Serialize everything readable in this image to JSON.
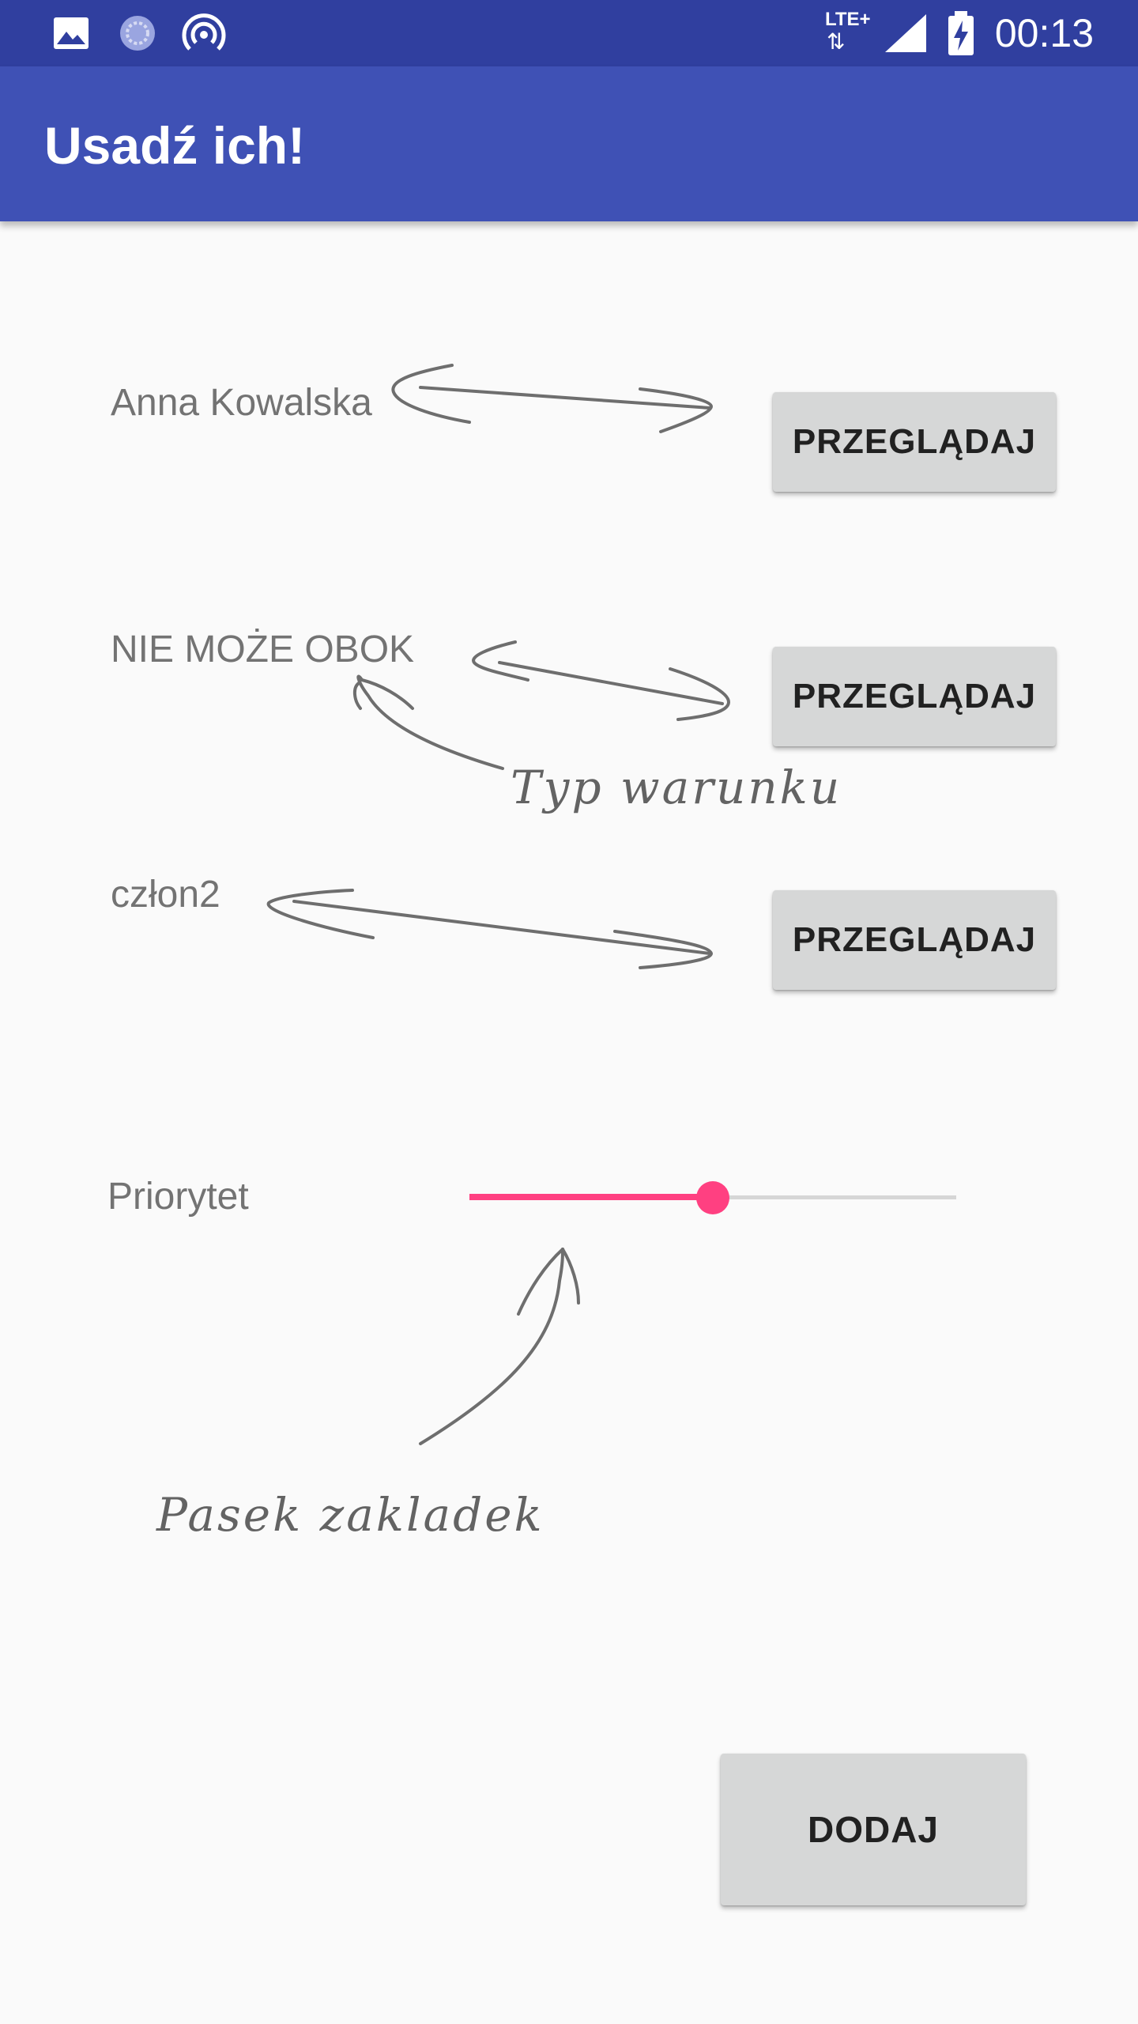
{
  "status_bar": {
    "time": "00:13",
    "network_label": "LTE+",
    "left_icons": [
      "image-icon",
      "sync-icon",
      "hotspot-icon"
    ],
    "right_icons": [
      "lte-icon",
      "signal-icon",
      "battery-charging-icon"
    ]
  },
  "app_bar": {
    "title": "Usadź ich!",
    "color": "#3f51b5",
    "status_color": "#303f9f"
  },
  "form": {
    "rows": [
      {
        "label": "Anna Kowalska",
        "button": "PRZEGLĄDAJ"
      },
      {
        "label": "NIE MOŻE OBOK",
        "button": "PRZEGLĄDAJ"
      },
      {
        "label": "człon2",
        "button": "PRZEGLĄDAJ"
      }
    ],
    "priority": {
      "label": "Priorytet",
      "value_fraction": 0.5,
      "accent_color": "#ff4081"
    },
    "add_button": "DODAJ"
  },
  "annotations": {
    "condition_type": "Typ warunku",
    "tab_bar": "Pasek zakladek"
  }
}
